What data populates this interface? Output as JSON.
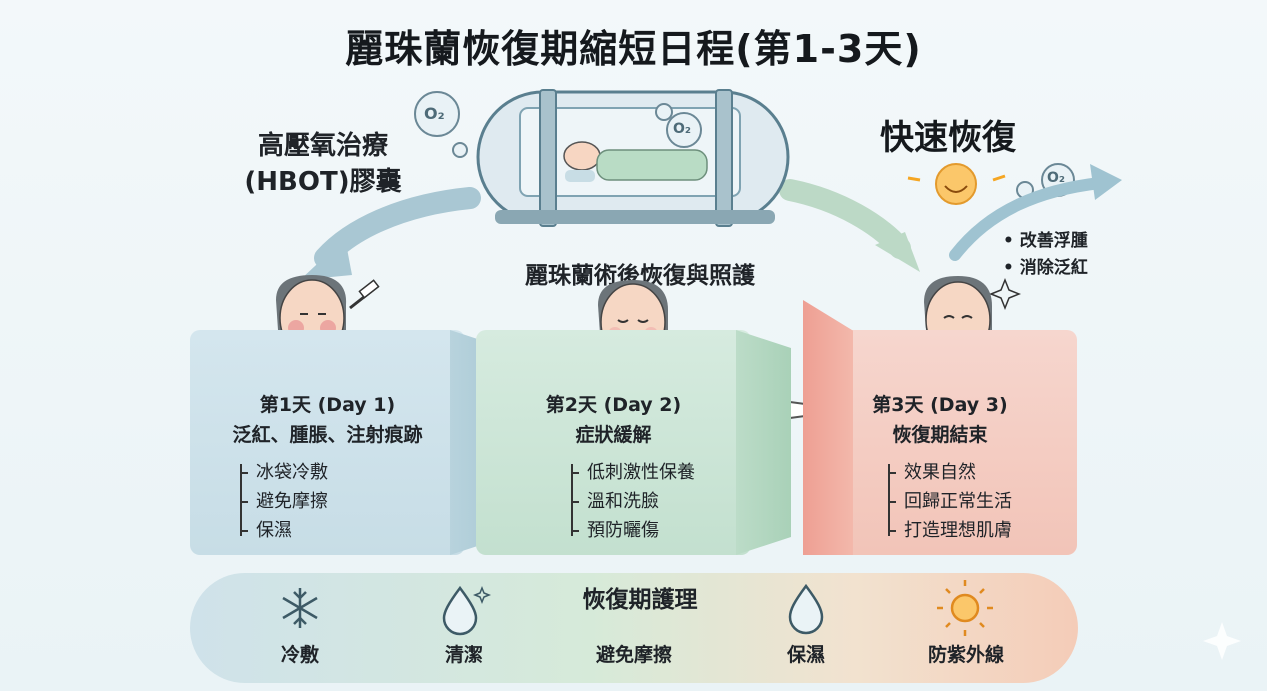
{
  "title": "麗珠蘭恢復期縮短日程(第1-3天)",
  "hbot": {
    "line1": "高壓氧治療",
    "line2": "(HBOT)膠囊",
    "bubble_label": "O₂"
  },
  "fast_recovery": {
    "label": "快速恢復",
    "benefits": [
      "改善浮腫",
      "消除泛紅"
    ]
  },
  "care_title": "麗珠蘭術後恢復與照護",
  "days": [
    {
      "day": "第1天 (Day 1)",
      "subtitle": "泛紅、腫脹、注射痕跡",
      "steps": [
        "冰袋冷敷",
        "避免摩擦",
        "保濕"
      ]
    },
    {
      "day": "第2天 (Day 2)",
      "subtitle": "症狀緩解",
      "steps": [
        "低刺激性保養",
        "溫和洗臉",
        "預防曬傷"
      ]
    },
    {
      "day": "第3天 (Day 3)",
      "subtitle": "恢復期結束",
      "steps": [
        "效果自然",
        "回歸正常生活",
        "打造理想肌膚"
      ]
    }
  ],
  "recovery_care": {
    "title": "恢復期護理",
    "items": [
      {
        "label": "冷敷",
        "icon": "snowflake-icon"
      },
      {
        "label": "清潔",
        "icon": "water-drop-sparkle-icon"
      },
      {
        "label": "避免摩擦",
        "icon": "none"
      },
      {
        "label": "保濕",
        "icon": "water-drop-icon"
      },
      {
        "label": "防紫外線",
        "icon": "sun-icon"
      }
    ]
  },
  "colors": {
    "day1": "#c7dde6",
    "day2": "#c3e0cf",
    "day3": "#f2c4b8",
    "arrow": "#8fb5c4",
    "accent_sun": "#f5a623"
  }
}
